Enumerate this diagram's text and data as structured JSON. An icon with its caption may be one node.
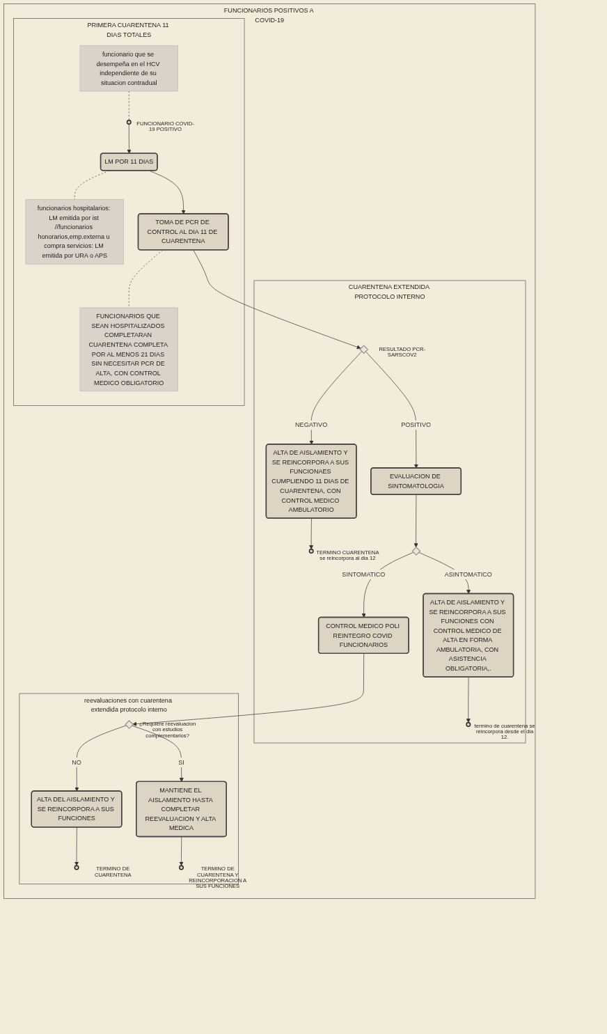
{
  "diagram": {
    "nodes": [
      {
        "text": [
          "FUNCIONARIOS POSITIVOS A COVID-19"
        ]
      },
      {
        "text": [
          "PRIMERA CUARENTENA 11 DIAS TOTALES"
        ],
        "in": 0
      },
      {
        "text": [
          "funcionario que se desempeña en el HCV independiente de su situacion contradual"
        ],
        "in": 1
      },
      {
        "text": [],
        "shape": "circle",
        "beside": [
          "FUNCIONARIO COVID-19 POSITIVO"
        ],
        "in": 1
      },
      {
        "text": [
          "LM POR 11 DIAS"
        ],
        "in": 1
      },
      {
        "text": [
          "funcionarios hospitalarios: LM emitida por ist //funcionarios honorarios,emp.externa u compra servicios: LM emitida por URA o APS"
        ],
        "in": 1
      },
      {
        "text": [
          "TOMA DE PCR DE CONTROL AL DIA 11 DE CUARENTENA"
        ],
        "in": 1
      },
      {
        "text": [
          "FUNCIONARIOS QUE SEAN HOSPITALIZADOS COMPLETARAN CUARENTENA COMPLETA POR AL MENOS 21 DIAS SIN NECESITAR PCR DE ALTA, CON CONTROL MEDICO OBLIGATORIO"
        ],
        "in": 1
      },
      {
        "text": [
          "CUARENTENA EXTENDIDA PROTOCOLO INTERNO"
        ],
        "in": 0
      },
      {
        "text": [
          "EVALUACION DE SINTOMATOLOGIA"
        ],
        "in": 8
      },
      {
        "text": [],
        "shape": "diamond",
        "beside": [
          "RESULTADO PCR-SARSCOV2"
        ],
        "in": 8
      },
      {
        "text": [
          "ALTA DE AISLAMIENTO Y SE REINCORPORA A SUS FUNCIONAES CUMPLIENDO 11 DIAS DE CUARENTENA, CON CONTROL MEDICO AMBULATORIO"
        ],
        "in": 8
      },
      {
        "text": [],
        "shape": "circle",
        "beside": [
          "TERMINO CUARENTENA se reincorpora al dia 12"
        ],
        "in": 8
      },
      {
        "text": [],
        "shape": "diamond",
        "in": 8
      },
      {
        "text": [
          "ALTA DE AISLAMIENTO Y SE REINCORPORA A SUS FUNCIONES CON CONTROL MEDICO DE ALTA EN FORMA AMBULATORIA, CON ASISTENCIA OBLIGATORIA,."
        ],
        "in": 8
      },
      {
        "text": [],
        "shape": "circle",
        "beside": [
          "termino de cuarentena se reincorpora desde el dia 12."
        ],
        "in": 8
      },
      {
        "text": [
          "CONTROL MEDICO POLI REINTEGRO COVID FUNCIONARIOS"
        ],
        "in": 8
      },
      {
        "text": [
          "reevaluaciones con cuarentena extendida protocolo interno"
        ],
        "in": 0
      },
      {
        "text": [],
        "shape": "diamond",
        "beside": [
          "¿Requiere reevaluacion con estudios complementarios?"
        ],
        "in": 17
      },
      {
        "text": [
          "ALTA DEL AISLAMIENTO Y SE REINCORPORA A SUS FUNCIONES"
        ],
        "in": 17
      },
      {
        "text": [],
        "shape": "circle",
        "beside": [
          "TERMINO DE CUARENTENA"
        ],
        "in": 17
      },
      {
        "text": [
          "MANTIENE EL AISLAMIENTO HASTA COMPLETAR REEVALUACION Y ALTA MEDICA"
        ],
        "in": 17
      },
      {
        "text": [],
        "shape": "circle",
        "beside": [
          "TERMINO DE CUARENTENA Y REINCORPORACION A SUS FUNCIONES"
        ],
        "in": 17
      }
    ],
    "edges": [
      {
        "from": 2,
        "to": 3,
        "arrow": "none",
        "style": "dashed"
      },
      {
        "from": 3,
        "to": 4,
        "arrow": "to"
      },
      {
        "from": 4,
        "to": 5,
        "arrow": "none",
        "style": "dashed"
      },
      {
        "from": 4,
        "to": 6,
        "arrow": "to"
      },
      {
        "from": 6,
        "to": 7,
        "arrow": "none",
        "style": "dashed"
      },
      {
        "from": 6,
        "to": 10,
        "arrow": "to"
      },
      {
        "from": 10,
        "to": 9,
        "arrow": "to",
        "label": "POSITIVO"
      },
      {
        "from": 10,
        "to": 11,
        "arrow": "to",
        "label": "NEGATIVO"
      },
      {
        "from": 11,
        "to": 12,
        "arrow": "to"
      },
      {
        "from": 9,
        "to": 13,
        "arrow": "to"
      },
      {
        "from": 13,
        "to": 14,
        "arrow": "to",
        "label": "ASINTOMATICO"
      },
      {
        "from": 14,
        "to": 15,
        "arrow": "to"
      },
      {
        "from": 13,
        "to": 16,
        "arrow": "to",
        "label": "SINTOMATICO"
      },
      {
        "from": 16,
        "to": 18,
        "arrow": "to"
      },
      {
        "from": 18,
        "to": 19,
        "arrow": "to",
        "label": "NO"
      },
      {
        "from": 19,
        "to": 20,
        "arrow": "to"
      },
      {
        "from": 18,
        "to": 21,
        "arrow": "to",
        "label": "SI"
      },
      {
        "from": 21,
        "to": 22,
        "arrow": "to"
      }
    ]
  }
}
